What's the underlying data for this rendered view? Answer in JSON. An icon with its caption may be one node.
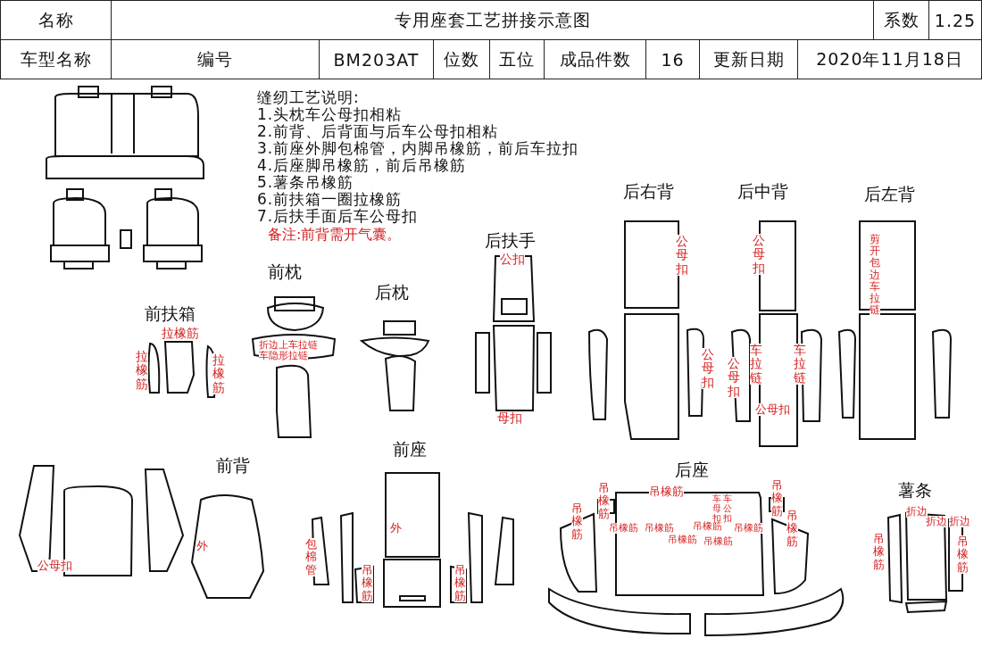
{
  "diagram": {
    "title": "专用座套工艺拼接示意图",
    "labels": [
      "名称",
      "系数",
      "1.25",
      "车型名称",
      "编号",
      "BM203AT",
      "位数",
      "五位",
      "成品件数",
      "16",
      "更新日期",
      "2020年11月18日",
      "缝纫工艺说明:",
      "1.头枕车公母扣相粘",
      "2.前背、后背面与后车公母扣相粘",
      "3.前座外脚包棉管，内脚吊橡筋，前后车拉扣",
      "4.后座脚吊橡筋，前后吊橡筋",
      "5.薯条吊橡筋",
      "6.前扶箱一圈拉橡筋",
      "7.后扶手面后车公母扣",
      "备注:前背需开气囊。",
      "前枕",
      "后扶手",
      "后右背",
      "后中背",
      "后左背",
      "后枕",
      "前扶箱",
      "拉橡筋",
      "拉橡筋",
      "拉橡筋",
      "折边上车拉链",
      "车隐形拉链",
      "公扣",
      "公母扣",
      "公母扣",
      "剪开包边车拉链",
      "公母扣",
      "公母扣",
      "车拉链",
      "车拉链",
      "公母扣",
      "母扣",
      "前背",
      "前座",
      "后座",
      "薯条",
      "公母扣",
      "外",
      "包棉管",
      "外",
      "吊橡筋",
      "吊橡筋",
      "吊橡筋",
      "吊橡筋",
      "吊橡筋",
      "车母扣",
      "车公扣",
      "吊橡筋",
      "吊橡筋",
      "吊橡筋",
      "吊橡筋",
      "吊橡筋",
      "吊橡筋",
      "吊橡筋",
      "吊橡筋",
      "折边",
      "折边",
      "折边",
      "吊橡筋",
      "吊橡筋"
    ]
  }
}
